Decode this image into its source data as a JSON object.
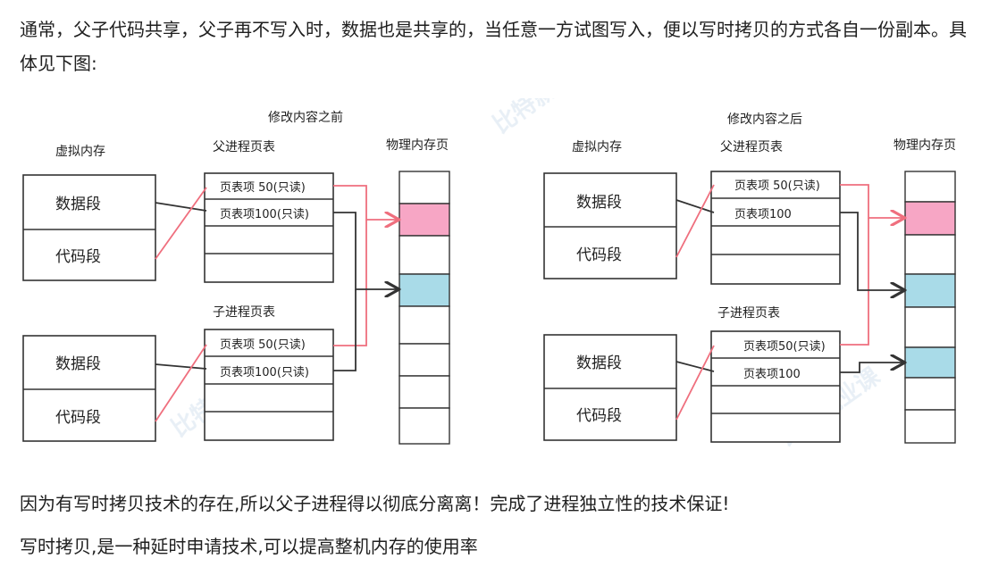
{
  "text": {
    "intro": "通常，父子代码共享，父子再不写入时，数据也是共享的，当任意一方试图写入，便以写时拷贝的方式各自一份副本。具体见下图:",
    "conclusion1": "因为有写时拷贝技术的存在,所以父子进程得以彻底分离离！完成了进程独立性的技术保证!",
    "conclusion2": "写时拷贝,是一种延时申请技术,可以提高整机内存的使用率"
  },
  "diagram": {
    "before": {
      "title": "修改内容之前",
      "virtual_label": "虚拟内存",
      "parent_table_label": "父进程页表",
      "child_table_label": "子进程页表",
      "physical_label": "物理内存页",
      "segments": [
        "数据段",
        "代码段"
      ],
      "parent_entries": [
        "页表项 50(只读)",
        "页表项100(只读)"
      ],
      "child_entries": [
        "页表项 50(只读)",
        "页表项100(只读)"
      ]
    },
    "after": {
      "title": "修改内容之后",
      "virtual_label": "虚拟内存",
      "parent_table_label": "父进程页表",
      "child_table_label": "子进程页表",
      "physical_label": "物理内存页",
      "segments": [
        "数据段",
        "代码段"
      ],
      "parent_entries": [
        "页表项 50(只读)",
        "页表项100"
      ],
      "child_entries": [
        "页表项50(只读)",
        "页表项100"
      ]
    },
    "colors": {
      "pink": "#f7a6c5",
      "blue": "#a9dbe8",
      "red_arrow": "#ef6f7e",
      "black_arrow": "#333333"
    }
  }
}
